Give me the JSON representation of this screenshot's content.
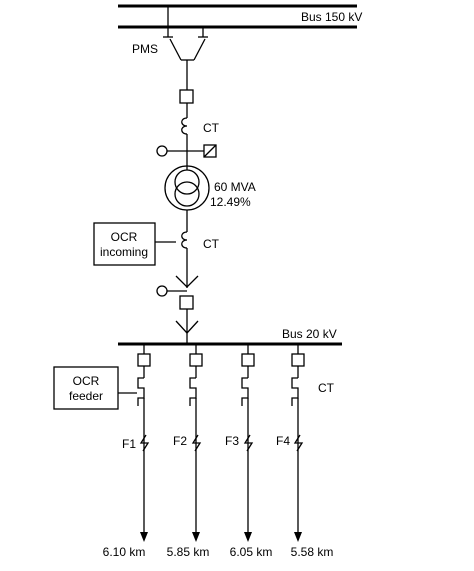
{
  "diagram": {
    "bus_hv": {
      "label": "Bus 150 kV"
    },
    "switch": {
      "label": "PMS"
    },
    "ct_hv": {
      "label": "CT"
    },
    "transformer": {
      "rating": "60 MVA",
      "impedance": "12.49%"
    },
    "ct_incoming": {
      "label": "CT"
    },
    "ocr_incoming": {
      "line1": "OCR",
      "line2": "incoming"
    },
    "bus_mv": {
      "label": "Bus 20 kV"
    },
    "ocr_feeder": {
      "line1": "OCR",
      "line2": "feeder"
    },
    "ct_feeder": {
      "label": "CT"
    },
    "feeders": [
      {
        "name": "F1",
        "length": "6.10 km"
      },
      {
        "name": "F2",
        "length": "5.85 km"
      },
      {
        "name": "F3",
        "length": "6.05 km"
      },
      {
        "name": "F4",
        "length": "5.58 km"
      }
    ]
  }
}
